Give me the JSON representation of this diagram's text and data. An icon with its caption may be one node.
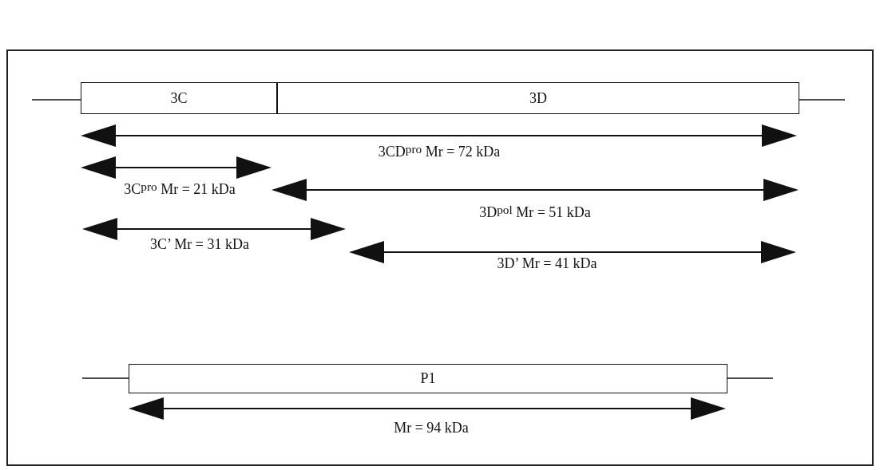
{
  "diagram": {
    "nodes": [
      {
        "text": [
          "3C"
        ]
      },
      {
        "text": [
          "3D"
        ]
      },
      {
        "text": [
          "P1"
        ]
      }
    ],
    "labels": [
      "3CD$^{pro}$ Mr = 72 kDa",
      "3C$^{pro}$ Mr = 21 kDa",
      "3D$^{pol}$ Mr = 51 kDa",
      "3C’ Mr = 31 kDa",
      "3D’ Mr = 41 kDa",
      "Mr = 94 kDa"
    ]
  }
}
